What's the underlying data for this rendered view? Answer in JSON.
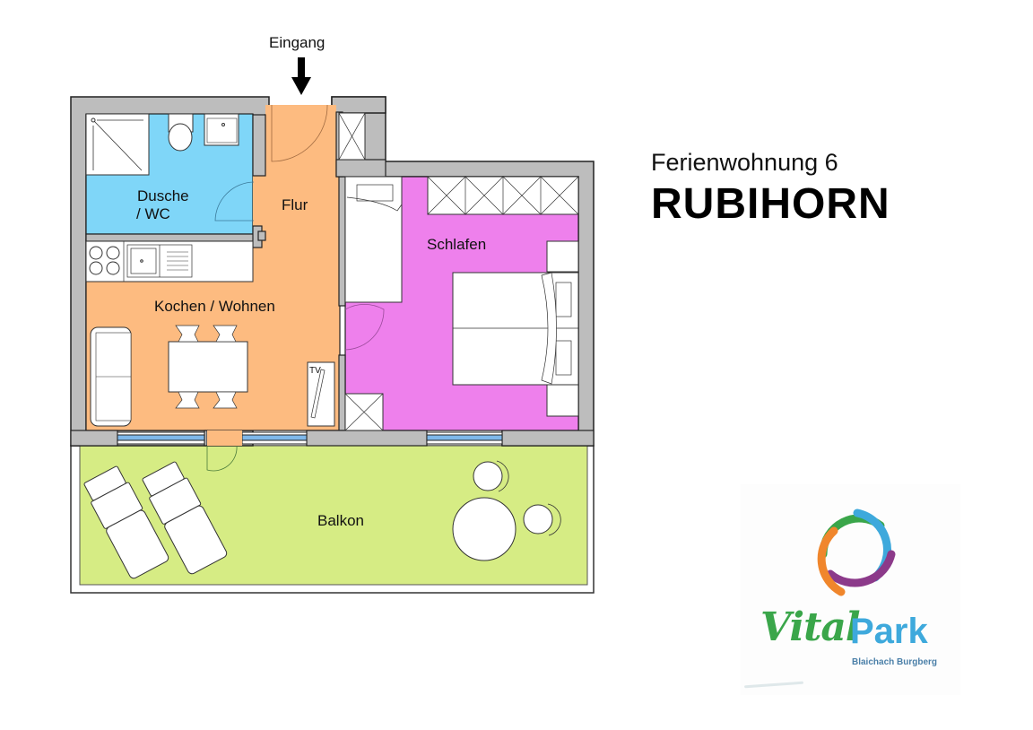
{
  "entrance": {
    "label": "Eingang"
  },
  "title": {
    "subtitle": "Ferienwohnung 6",
    "name": "RUBIHORN"
  },
  "rooms": {
    "bath": {
      "label_line1": "Dusche",
      "label_line2": "/ WC",
      "color": "#7fd6f8"
    },
    "hall": {
      "label": "Flur",
      "color": "#fdbb80"
    },
    "living": {
      "label": "Kochen / Wohnen",
      "color": "#fdbb80"
    },
    "sleeping": {
      "label": "Schlafen",
      "color": "#ee80ec"
    },
    "balcony": {
      "label": "Balkon",
      "color": "#d6ec84"
    }
  },
  "furniture": {
    "tv_label": "TV"
  },
  "colors": {
    "wall": "#bdbdbd",
    "window": "#7fb8ea",
    "outline": "#222222"
  },
  "logo": {
    "brand_script": "Vital",
    "brand_bold": "Park",
    "location": "Blaichach Burgberg",
    "ring_colors": [
      "#3aa64a",
      "#3ea9dc",
      "#8c3a8a",
      "#f0862c"
    ]
  }
}
